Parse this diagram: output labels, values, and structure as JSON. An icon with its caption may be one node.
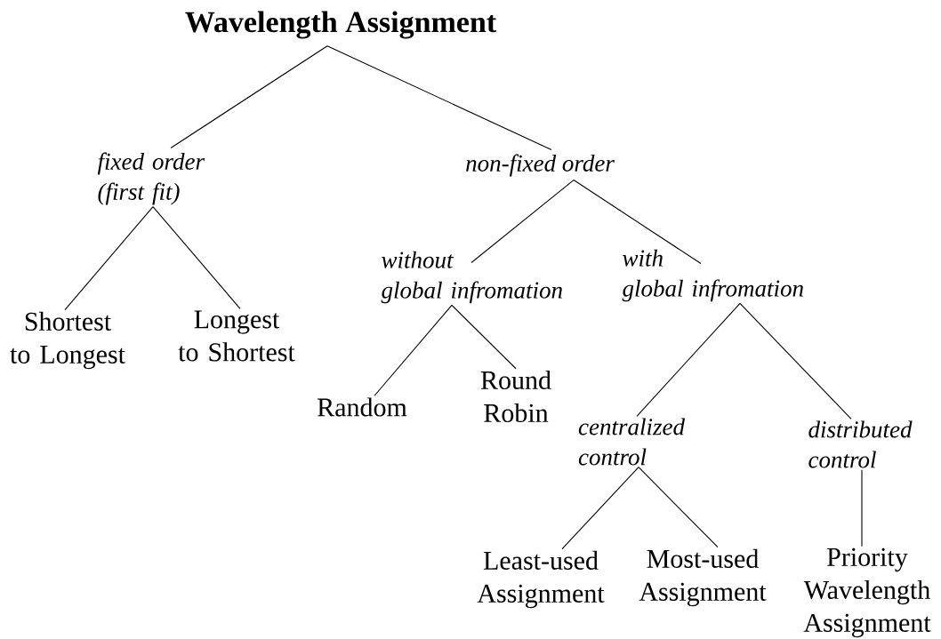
{
  "diagram": {
    "nodes": [
      {
        "text": [
          "Wavelength Assignment"
        ]
      },
      {
        "text": [
          "fixed order (first fit)"
        ]
      },
      {
        "text": [
          "non-fixed order"
        ]
      },
      {
        "text": [
          "Shortest to Longest"
        ]
      },
      {
        "text": [
          "Longest to Shortest"
        ]
      },
      {
        "text": [
          "without global infromation"
        ]
      },
      {
        "text": [
          "with global infromation"
        ]
      },
      {
        "text": [
          "Random"
        ]
      },
      {
        "text": [
          "Round Robin"
        ]
      },
      {
        "text": [
          "centralized control"
        ]
      },
      {
        "text": [
          "distributed control"
        ]
      },
      {
        "text": [
          "Least-used Assignment"
        ]
      },
      {
        "text": [
          "Most-used Assignment"
        ]
      },
      {
        "text": [
          "Priority Wavelength Assignment"
        ]
      }
    ],
    "edges": [
      {
        "from": 0,
        "to": 1,
        "arrow": "none"
      },
      {
        "from": 0,
        "to": 2,
        "arrow": "none"
      },
      {
        "from": 1,
        "to": 3,
        "arrow": "none"
      },
      {
        "from": 1,
        "to": 4,
        "arrow": "none"
      },
      {
        "from": 2,
        "to": 5,
        "arrow": "none"
      },
      {
        "from": 2,
        "to": 6,
        "arrow": "none"
      },
      {
        "from": 5,
        "to": 7,
        "arrow": "none"
      },
      {
        "from": 5,
        "to": 8,
        "arrow": "none"
      },
      {
        "from": 6,
        "to": 9,
        "arrow": "none"
      },
      {
        "from": 6,
        "to": 10,
        "arrow": "none"
      },
      {
        "from": 9,
        "to": 11,
        "arrow": "none"
      },
      {
        "from": 9,
        "to": 12,
        "arrow": "none"
      },
      {
        "from": 10,
        "to": 13,
        "arrow": "none"
      }
    ]
  }
}
